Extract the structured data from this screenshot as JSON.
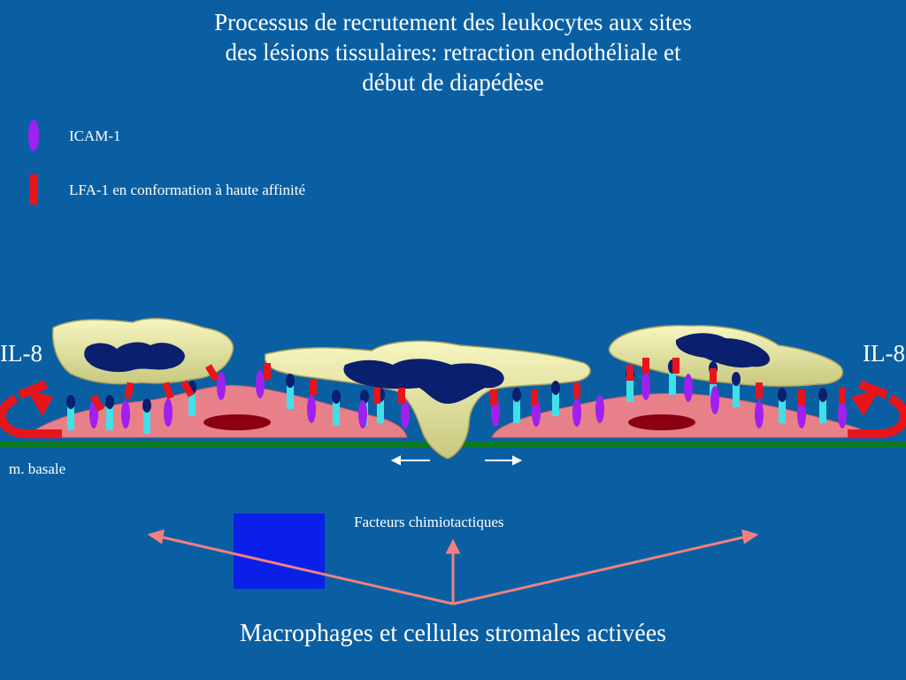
{
  "title": {
    "line1": "Processus de recrutement des leukocytes aux sites",
    "line2": "des lésions tissulaires: retraction endothéliale et",
    "line3": "début de diapédèse"
  },
  "legend": {
    "icam1": "ICAM-1",
    "lfa1": "LFA-1 en conformation à haute affinité"
  },
  "labels": {
    "il8_left": "IL-8",
    "il8_right": "IL-8",
    "basale": "m. basale",
    "facteurs": "Facteurs chimiotactiques",
    "macrophages": "Macrophages et cellules stromales activées"
  },
  "colors": {
    "background": "#0a5fa3",
    "icam1": "#a020f0",
    "lfa1": "#e8141c",
    "receptor_stem": "#3fe0e8",
    "receptor_head": "#0a1f6e",
    "membrane": "#0a7a1e",
    "endothelium": "#e8808a",
    "leukocyte": "#ecec9a",
    "nucleus": "#0a1f6e",
    "arrows": "#f08080",
    "macrophage_box": "#0a1fe8"
  }
}
